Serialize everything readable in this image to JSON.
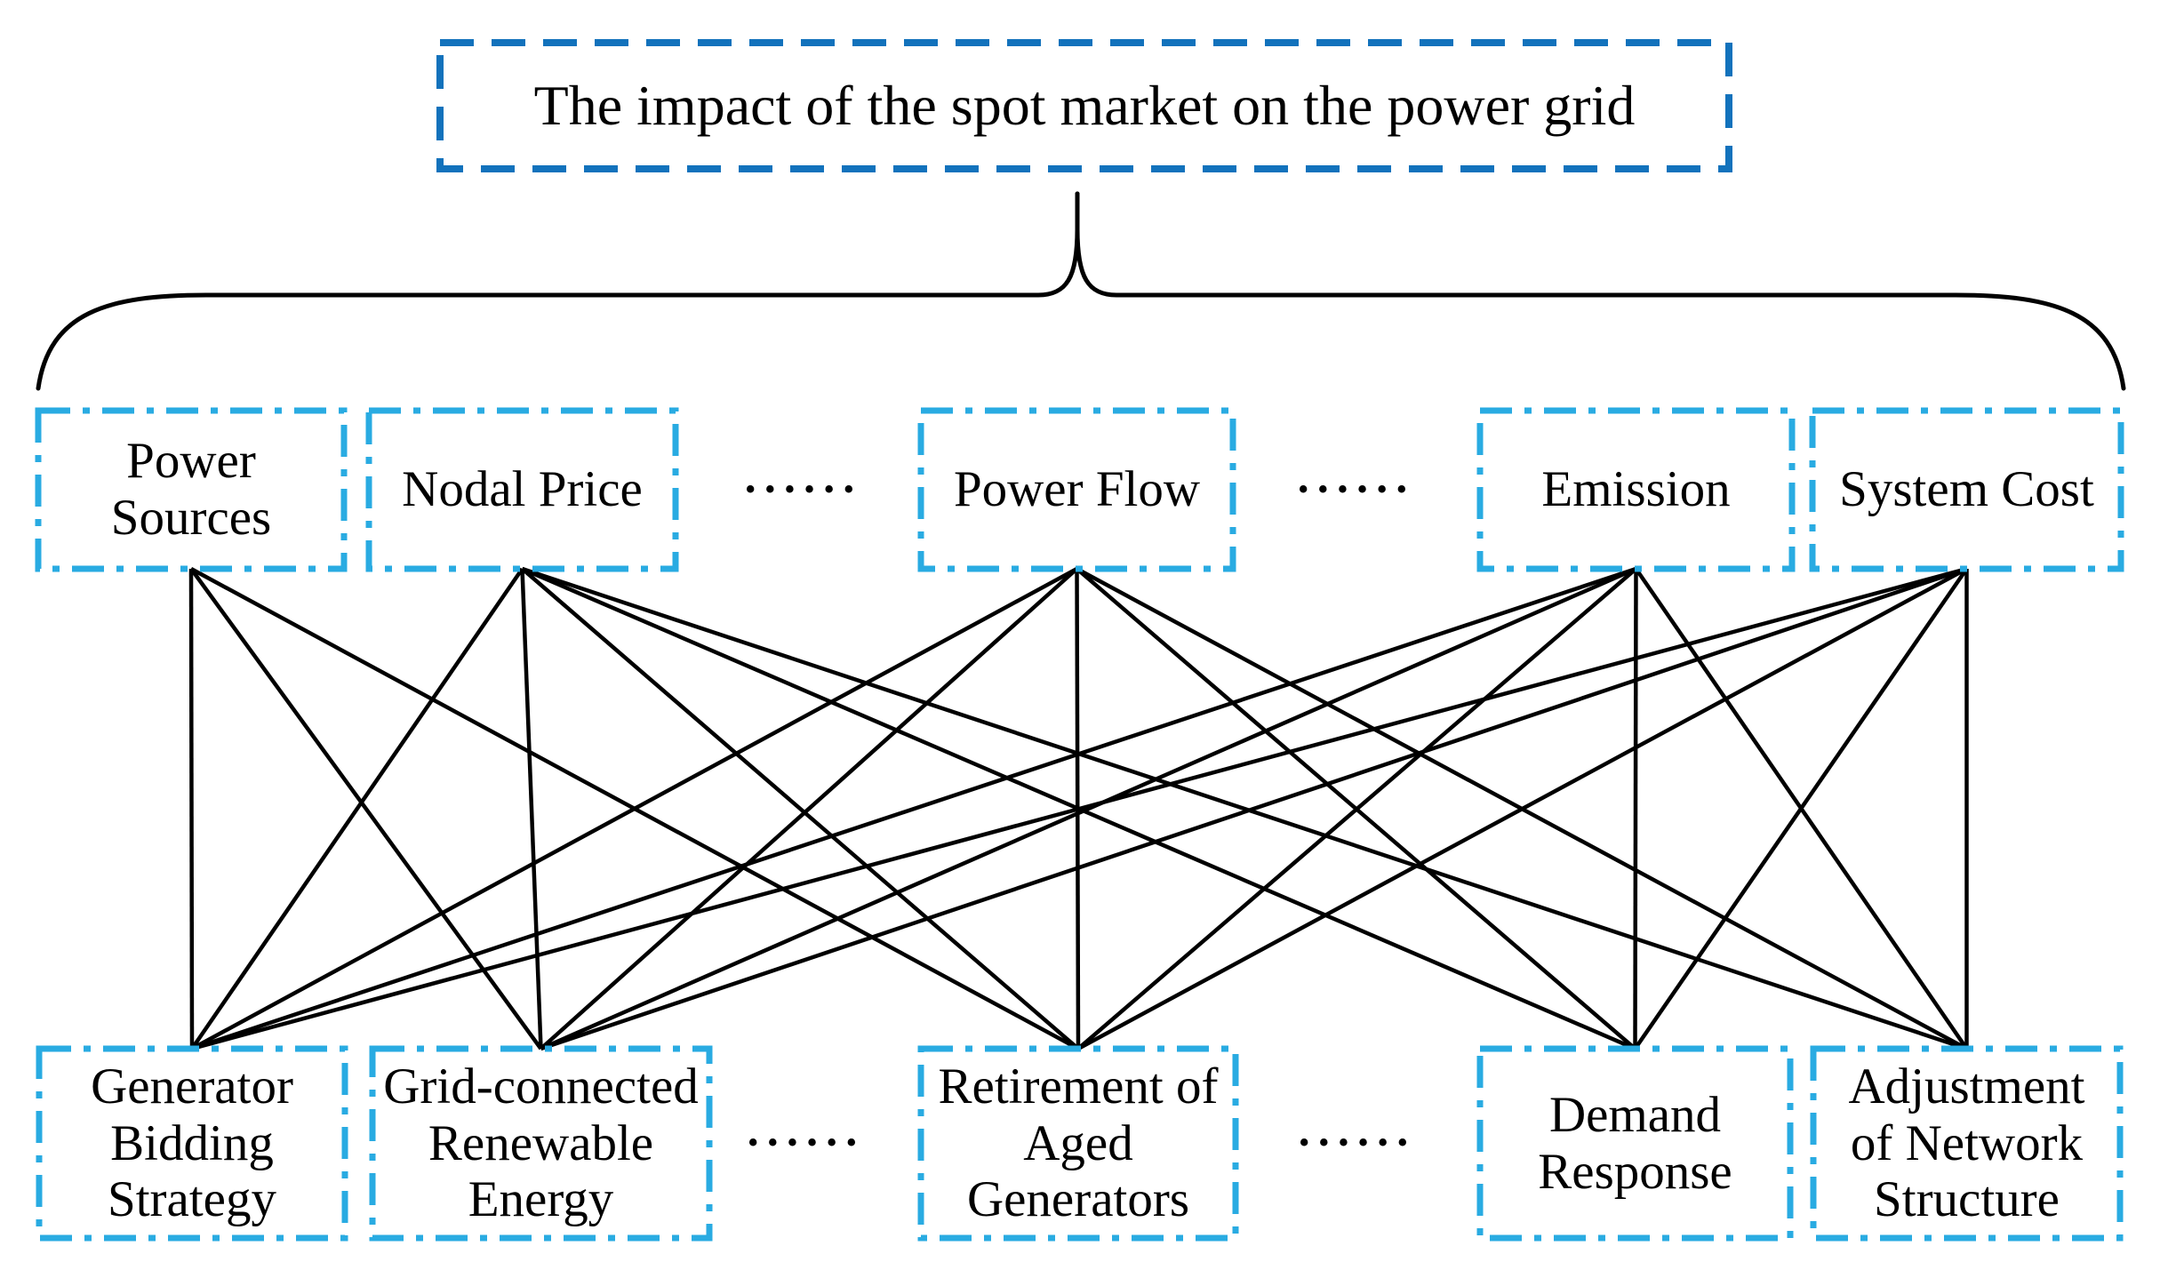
{
  "diagram": {
    "title": "The impact of the spot market on the power grid",
    "ellipsis": "••••••",
    "top_row": [
      {
        "label": "Power\nSources"
      },
      {
        "label": "Nodal Price"
      },
      {
        "label": "Power Flow"
      },
      {
        "label": "Emission"
      },
      {
        "label": "System Cost"
      }
    ],
    "bottom_row": [
      {
        "label": "Generator\nBidding\nStrategy"
      },
      {
        "label": "Grid-connected\nRenewable\nEnergy"
      },
      {
        "label": "Retirement of\nAged\nGenerators"
      },
      {
        "label": "Demand\nResponse"
      },
      {
        "label": "Adjustment\nof Network\nStructure"
      }
    ],
    "connections": [
      [
        0,
        0
      ],
      [
        0,
        1
      ],
      [
        0,
        2
      ],
      [
        1,
        0
      ],
      [
        1,
        1
      ],
      [
        1,
        2
      ],
      [
        1,
        3
      ],
      [
        1,
        4
      ],
      [
        2,
        0
      ],
      [
        2,
        1
      ],
      [
        2,
        2
      ],
      [
        2,
        3
      ],
      [
        2,
        4
      ],
      [
        3,
        0
      ],
      [
        3,
        1
      ],
      [
        3,
        2
      ],
      [
        3,
        3
      ],
      [
        3,
        4
      ],
      [
        4,
        0
      ],
      [
        4,
        1
      ],
      [
        4,
        2
      ],
      [
        4,
        3
      ],
      [
        4,
        4
      ]
    ],
    "colors": {
      "node_border": "#29ABE2",
      "title_border": "#1272BC",
      "connector": "#000000"
    }
  }
}
